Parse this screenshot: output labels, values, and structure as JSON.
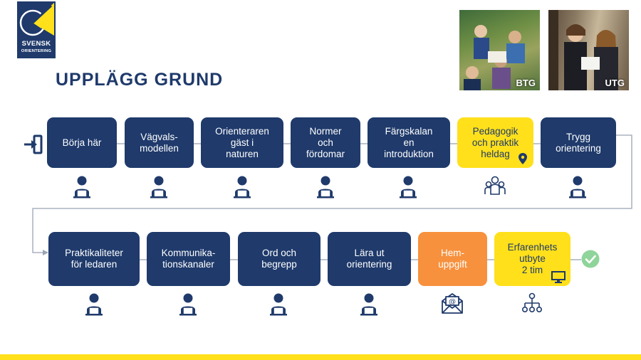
{
  "logo": {
    "line1": "SVENSK",
    "line2": "ORIENTERING"
  },
  "title": "UPPLÄGG GRUND",
  "photos": {
    "btg_label": "BTG",
    "utg_label": "UTG"
  },
  "row1": [
    {
      "label": "Börja här",
      "style": "blue",
      "icon": "person-laptop-icon"
    },
    {
      "label": "Vägvals-\nmodellen",
      "style": "blue",
      "icon": "person-laptop-icon"
    },
    {
      "label": "Orienteraren\ngäst i\nnaturen",
      "style": "blue",
      "icon": "person-laptop-icon"
    },
    {
      "label": "Normer\noch\nfördomar",
      "style": "blue",
      "icon": "person-laptop-icon"
    },
    {
      "label": "Färgskalan\nen\nintroduktion",
      "style": "blue",
      "icon": "person-laptop-icon"
    },
    {
      "label": "Pedagogik\noch praktik\nheldag",
      "style": "yellow",
      "icon": "group-icon"
    },
    {
      "label": "Trygg\norientering",
      "style": "blue",
      "icon": "person-laptop-icon"
    }
  ],
  "row2": [
    {
      "label": "Praktikaliteter\nför ledaren",
      "style": "blue",
      "icon": "person-laptop-icon"
    },
    {
      "label": "Kommunika-\ntionskanaler",
      "style": "blue",
      "icon": "person-laptop-icon"
    },
    {
      "label": "Ord och\nbegrepp",
      "style": "blue",
      "icon": "person-laptop-icon"
    },
    {
      "label": "Lära ut\norientering",
      "style": "blue",
      "icon": "person-laptop-icon"
    },
    {
      "label": "Hem-\nuppgift",
      "style": "orange",
      "icon": "email-icon"
    },
    {
      "label": "Erfarenhets\nutbyte\n2 tim",
      "style": "yellow",
      "icon": "network-icon"
    }
  ],
  "colors": {
    "navy": "#1f3a6b",
    "yellow": "#ffe01b",
    "orange": "#f7913d",
    "green": "#8fd49a"
  }
}
